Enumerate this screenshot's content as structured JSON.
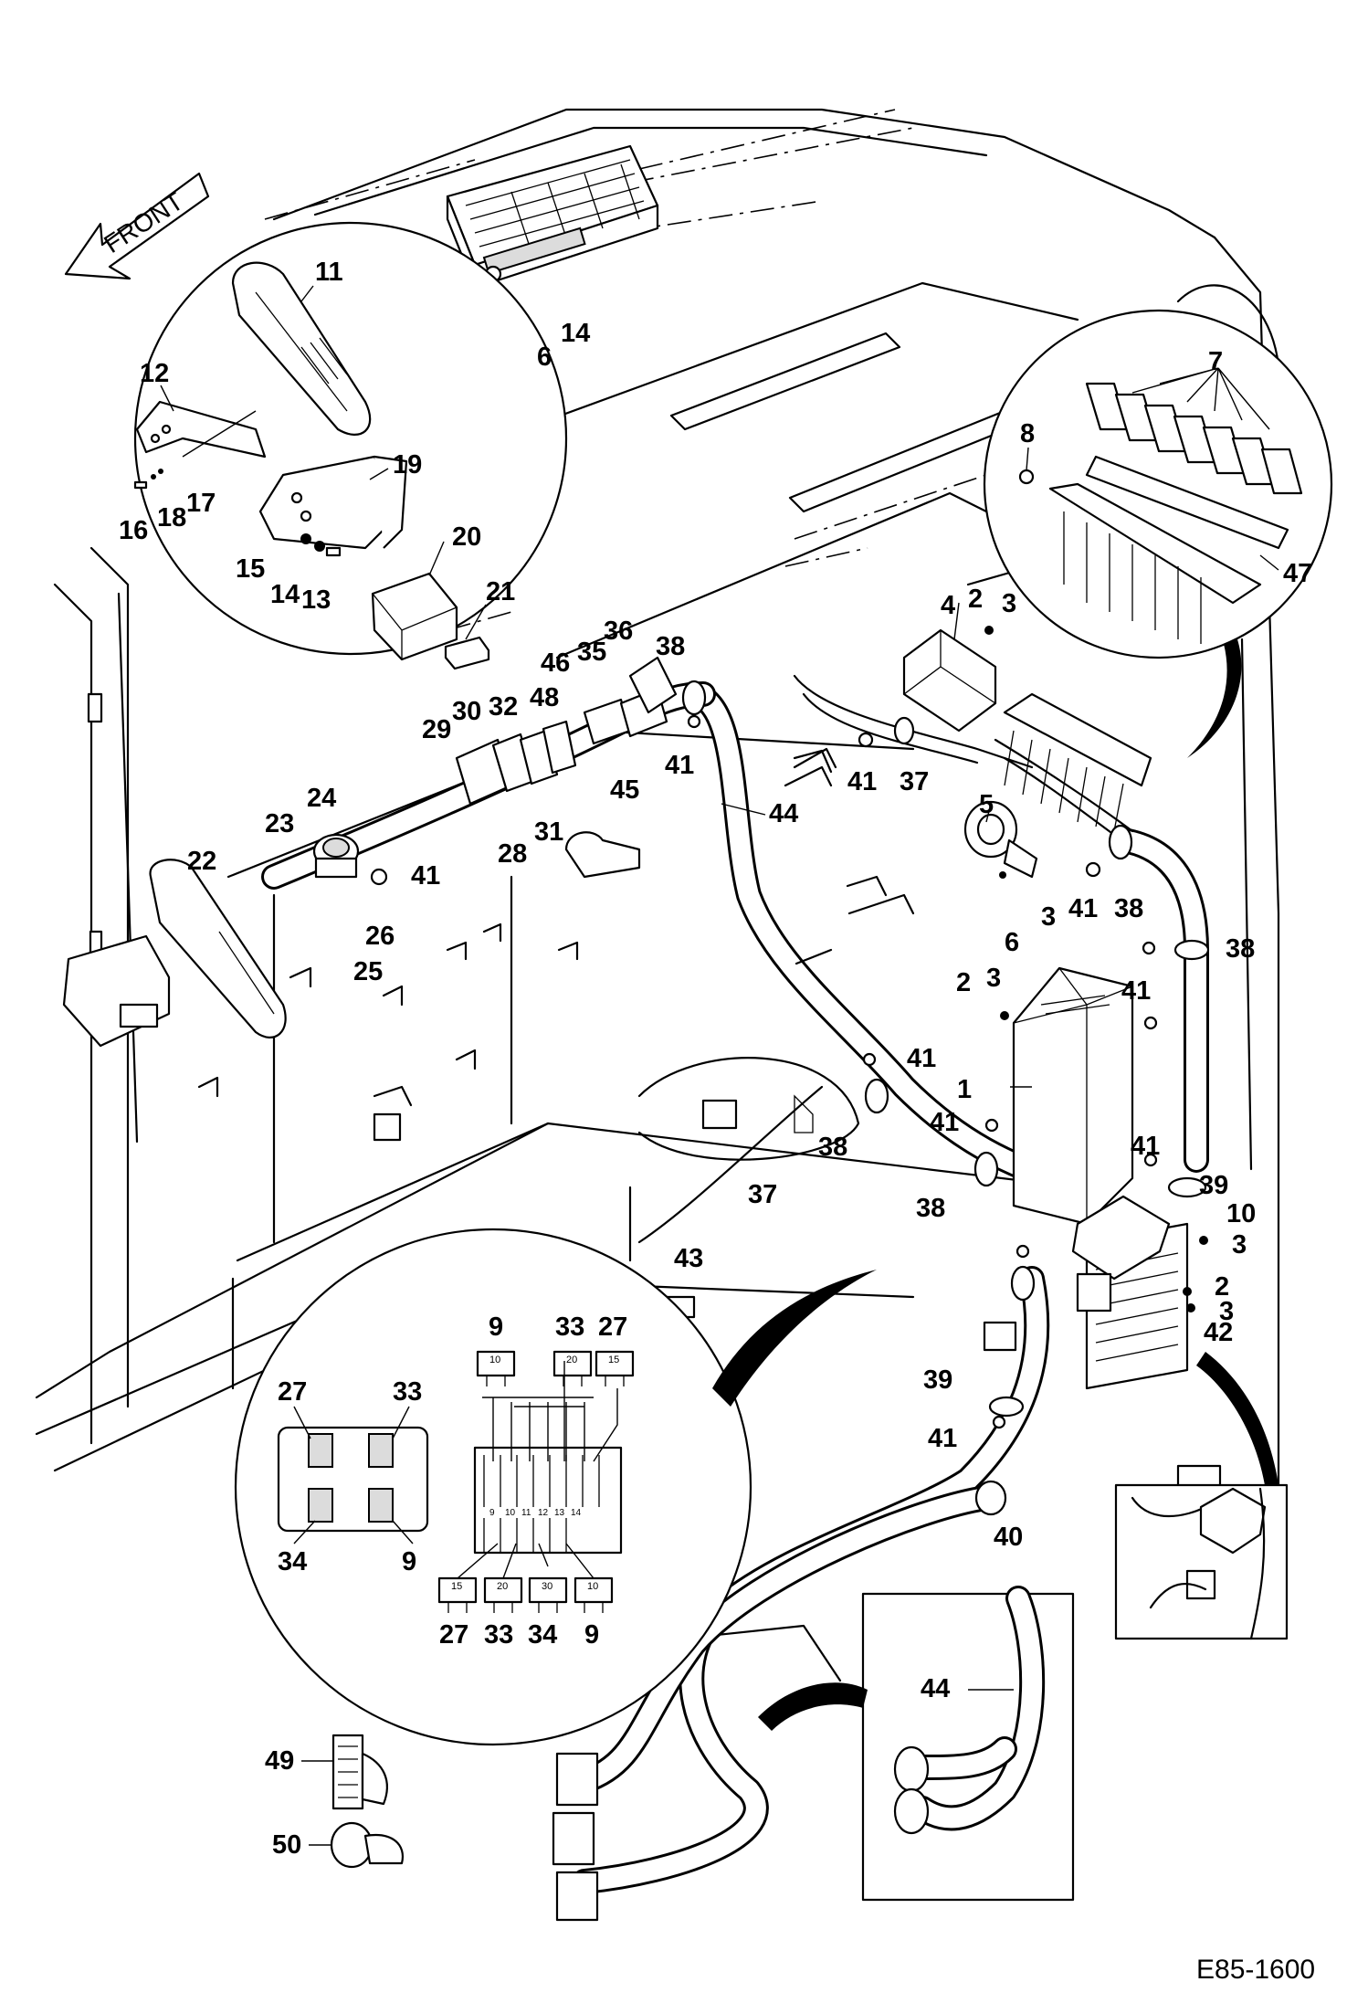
{
  "direction_arrow": {
    "text": "FRONT"
  },
  "drawing_number": "E85-1600",
  "labels": {
    "l1": "1",
    "l2a": "2",
    "l2b": "2",
    "l2c": "2",
    "l3a": "3",
    "l3b": "3",
    "l3c": "3",
    "l3d": "3",
    "l3e": "3",
    "l4": "4",
    "l5": "5",
    "l6a": "6",
    "l6b": "6",
    "l7": "7",
    "l8": "8",
    "l9a": "9",
    "l9b": "9",
    "l9c": "9",
    "l10": "10",
    "l11": "11",
    "l12": "12",
    "l13": "13",
    "l14a": "14",
    "l14b": "14",
    "l15": "15",
    "l16": "16",
    "l17": "17",
    "l18": "18",
    "l19": "19",
    "l20": "20",
    "l21": "21",
    "l22": "22",
    "l23": "23",
    "l24": "24",
    "l25": "25",
    "l26": "26",
    "l27a": "27",
    "l27b": "27",
    "l27c": "27",
    "l28": "28",
    "l29": "29",
    "l30": "30",
    "l31": "31",
    "l32": "32",
    "l33a": "33",
    "l33b": "33",
    "l33c": "33",
    "l34a": "34",
    "l34b": "34",
    "l35": "35",
    "l36": "36",
    "l37a": "37",
    "l37b": "37",
    "l38a": "38",
    "l38b": "38",
    "l38c": "38",
    "l38d": "38",
    "l38e": "38",
    "l39a": "39",
    "l39b": "39",
    "l40": "40",
    "l41a": "41",
    "l41b": "41",
    "l41c": "41",
    "l41d": "41",
    "l41e": "41",
    "l41f": "41",
    "l41g": "41",
    "l41h": "41",
    "l42": "42",
    "l43": "43",
    "l44a": "44",
    "l44b": "44",
    "l45": "45",
    "l46": "46",
    "l47": "47",
    "l48": "48",
    "l49": "49",
    "l50": "50"
  },
  "fuse_block": {
    "fuse_ratings_top": [
      "10",
      "20",
      "15"
    ],
    "fuse_ratings_bottom": [
      "15",
      "20",
      "30",
      "10"
    ],
    "slot_numbers": [
      "9",
      "10",
      "11",
      "12",
      "13",
      "14"
    ]
  }
}
